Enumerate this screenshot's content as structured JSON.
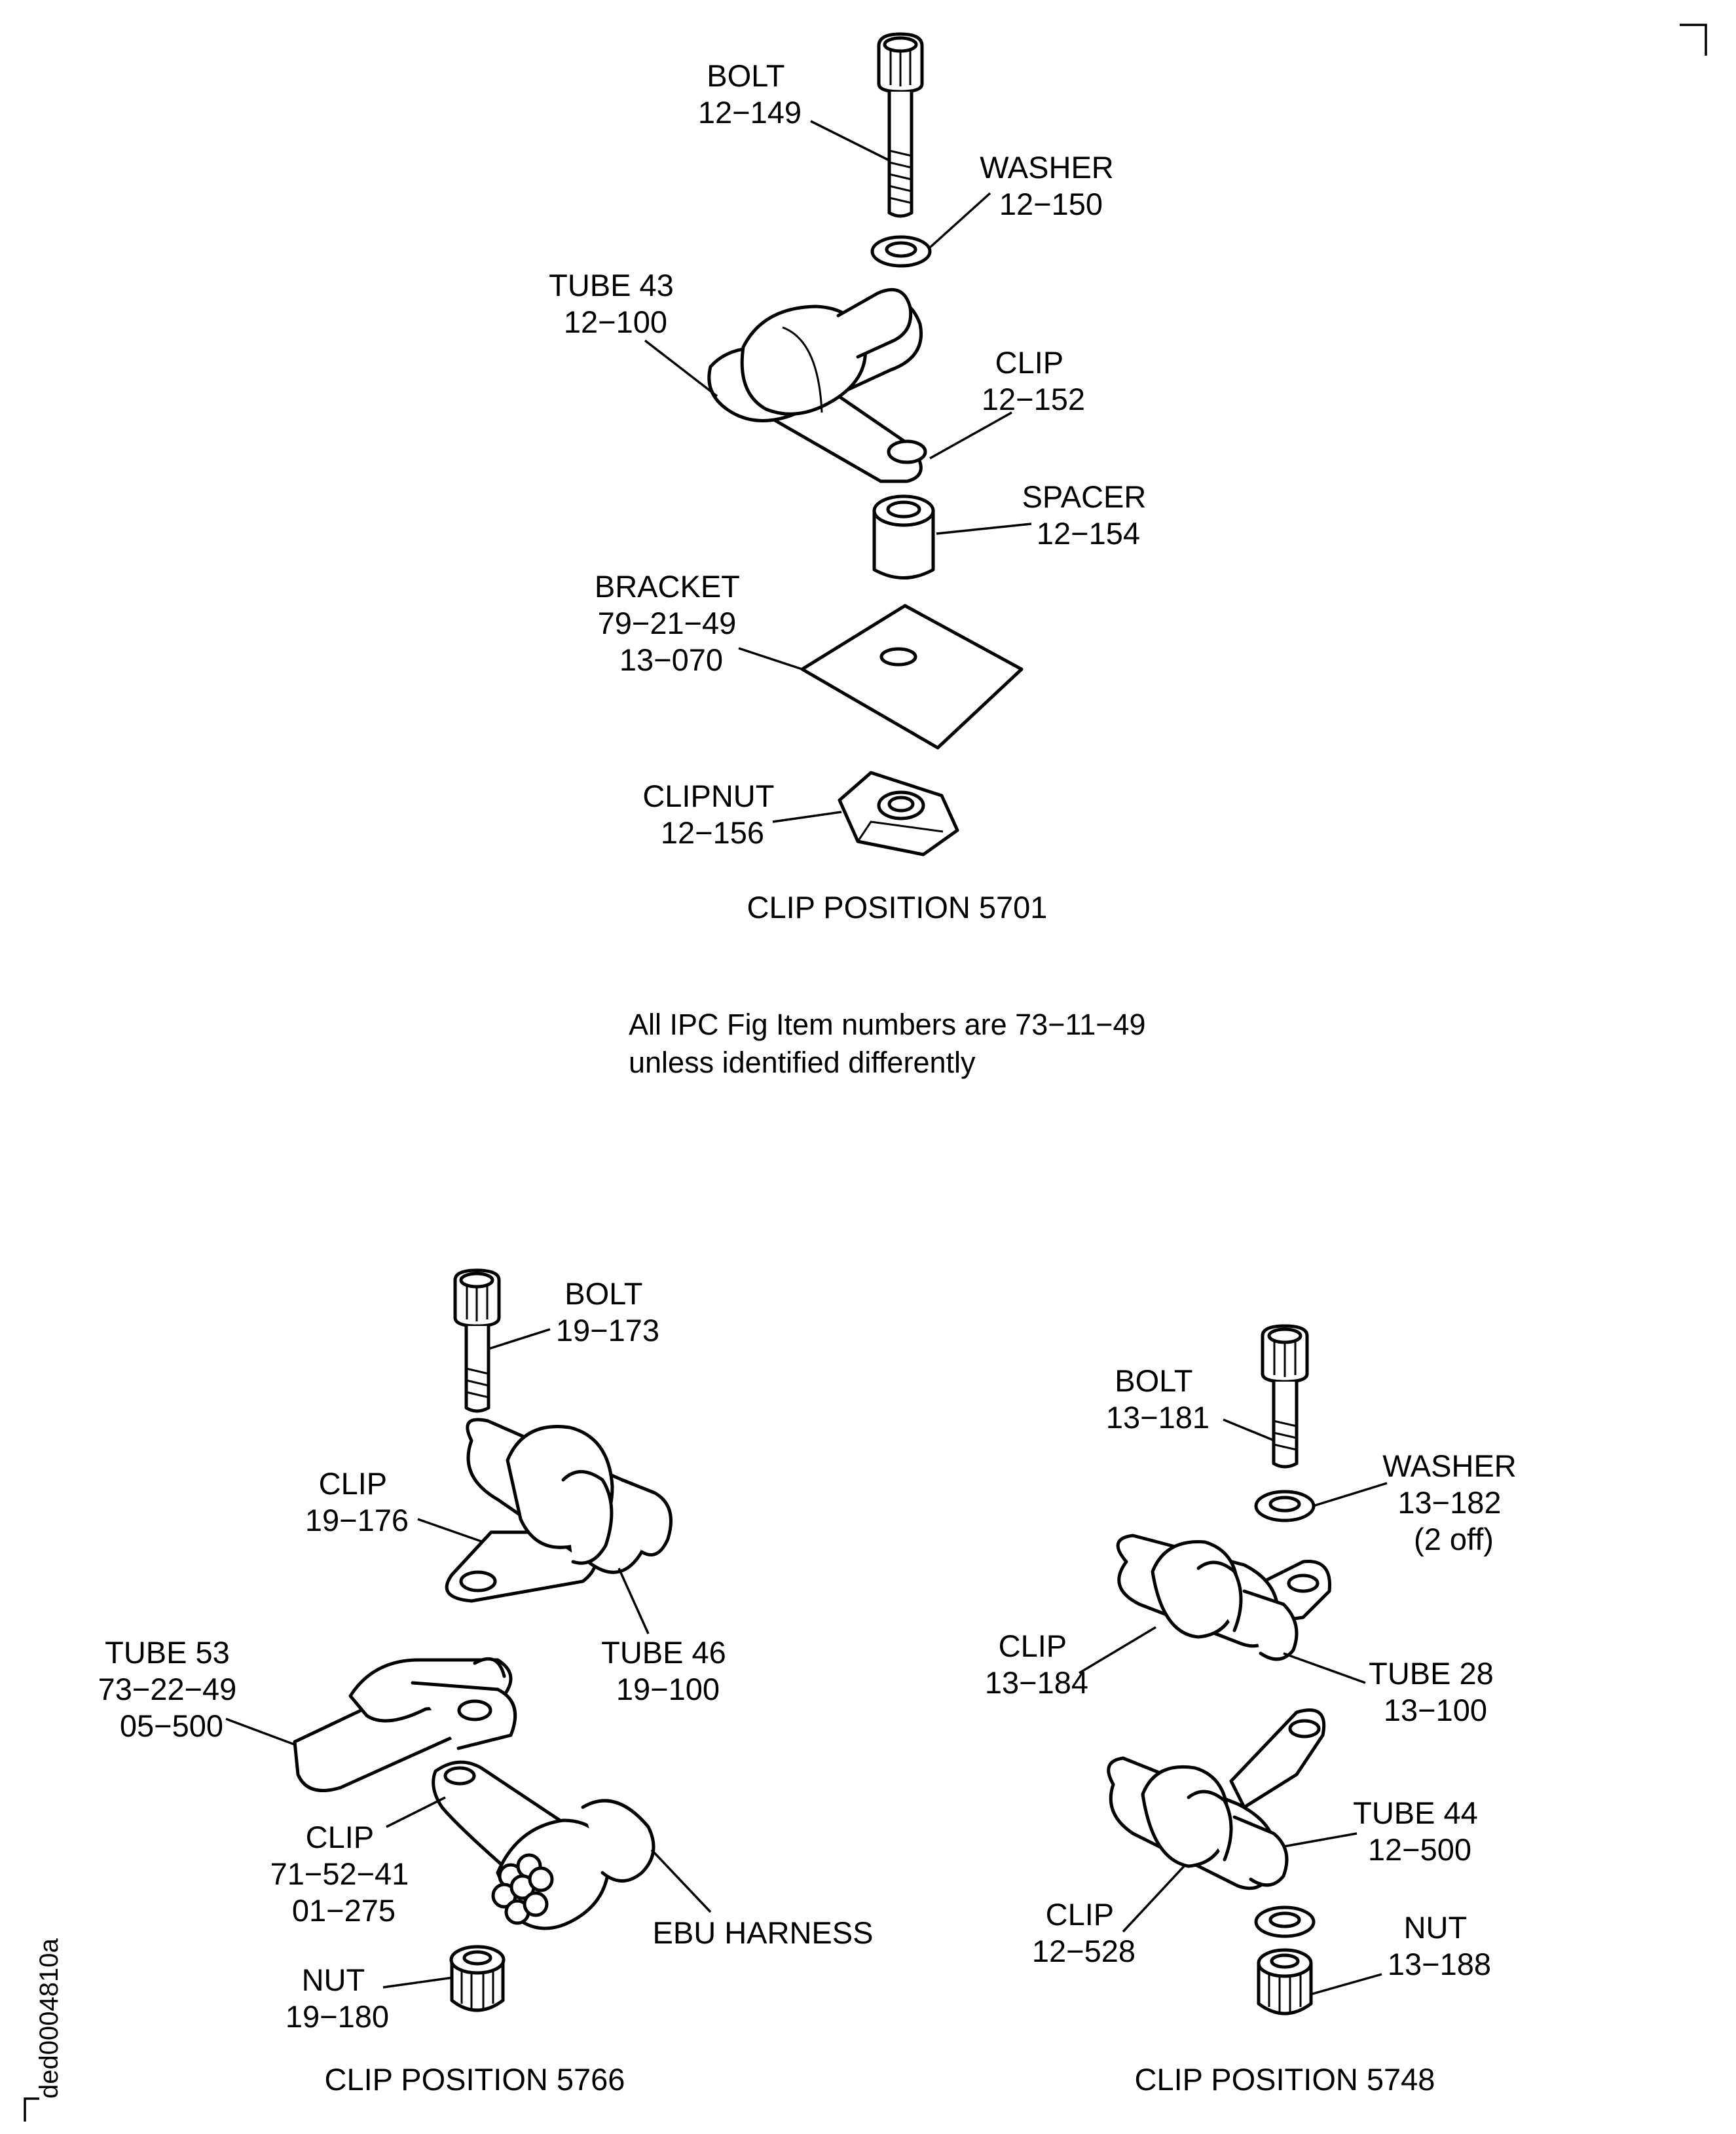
{
  "note": {
    "line1": "All IPC Fig Item numbers are 73−11−49",
    "line2": "unless identified differently"
  },
  "document_id": "ded0004810a",
  "positions": {
    "p5701": {
      "caption": "CLIP POSITION 5701",
      "labels": {
        "bolt": [
          "BOLT",
          "12−149"
        ],
        "washer": [
          "WASHER",
          "12−150"
        ],
        "tube": [
          "TUBE 43",
          "12−100"
        ],
        "clip": [
          "CLIP",
          "12−152"
        ],
        "spacer": [
          "SPACER",
          "12−154"
        ],
        "bracket": [
          "BRACKET",
          "79−21−49",
          "13−070"
        ],
        "clipnut": [
          "CLIPNUT",
          "12−156"
        ]
      }
    },
    "p5766": {
      "caption": "CLIP POSITION 5766",
      "labels": {
        "bolt": [
          "BOLT",
          "19−173"
        ],
        "clip1": [
          "CLIP",
          "19−176"
        ],
        "tube46": [
          "TUBE 46",
          "19−100"
        ],
        "tube53": [
          "TUBE 53",
          "73−22−49",
          "05−500"
        ],
        "clip2": [
          "CLIP",
          "71−52−41",
          "01−275"
        ],
        "harness": [
          "EBU HARNESS"
        ],
        "nut": [
          "NUT",
          "19−180"
        ]
      }
    },
    "p5748": {
      "caption": "CLIP POSITION 5748",
      "labels": {
        "bolt": [
          "BOLT",
          "13−181"
        ],
        "washer": [
          "WASHER",
          "13−182",
          "(2 off)"
        ],
        "clip1": [
          "CLIP",
          "13−184"
        ],
        "tube28": [
          "TUBE 28",
          "13−100"
        ],
        "tube44": [
          "TUBE 44",
          "12−500"
        ],
        "clip2": [
          "CLIP",
          "12−528"
        ],
        "nut": [
          "NUT",
          "13−188"
        ]
      }
    }
  }
}
